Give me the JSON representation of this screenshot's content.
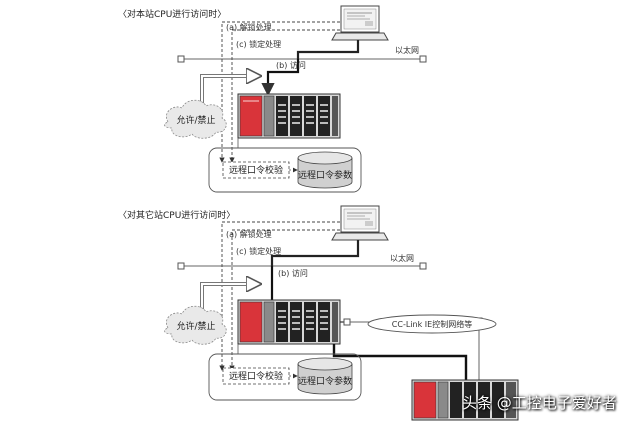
{
  "section1": {
    "title": "〈对本站CPU进行访问时〉",
    "unlock": "(a) 解锁处理",
    "lock": "(c) 锁定处理",
    "access": "(b) 访问",
    "ethernet": "以太网",
    "permit": "允许/禁止",
    "verify": "远程口令校验",
    "param": "远程口令参数"
  },
  "section2": {
    "title": "〈对其它站CPU进行访问时〉",
    "unlock": "(a) 解锁处理",
    "lock": "(c) 锁定处理",
    "access": "(b) 访问",
    "ethernet": "以太网",
    "permit": "允许/禁止",
    "verify": "远程口令校验",
    "param": "远程口令参数",
    "network": "CC-Link IE控制网络等"
  },
  "watermark": "头条 @工控电子爱好者",
  "colors": {
    "plc_red": "#d9343a",
    "line": "#333333",
    "cloud": "#e9e9e9"
  }
}
